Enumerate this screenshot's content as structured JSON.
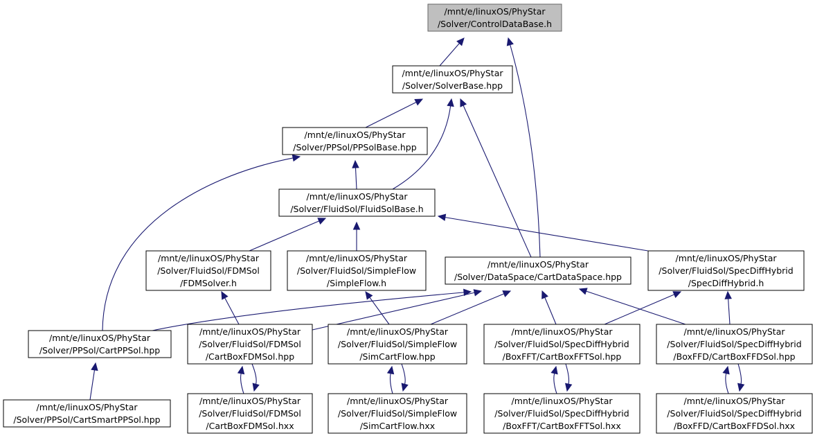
{
  "nodes": [
    {
      "id": "controldatabase",
      "lines": [
        "/mnt/e/linuxOS/PhyStar",
        "/Solver/ControlDataBase.h"
      ]
    },
    {
      "id": "solverbase",
      "lines": [
        "/mnt/e/linuxOS/PhyStar",
        "/Solver/SolverBase.hpp"
      ]
    },
    {
      "id": "ppsolbase",
      "lines": [
        "/mnt/e/linuxOS/PhyStar",
        "/Solver/PPSol/PPSolBase.hpp"
      ]
    },
    {
      "id": "fluidsolbase",
      "lines": [
        "/mnt/e/linuxOS/PhyStar",
        "/Solver/FluidSol/FluidSolBase.h"
      ]
    },
    {
      "id": "fdmsolver",
      "lines": [
        "/mnt/e/linuxOS/PhyStar",
        "/Solver/FluidSol/FDMSol",
        "/FDMSolver.h"
      ]
    },
    {
      "id": "simpleflow",
      "lines": [
        "/mnt/e/linuxOS/PhyStar",
        "/Solver/FluidSol/SimpleFlow",
        "/SimpleFlow.h"
      ]
    },
    {
      "id": "cartdataspace",
      "lines": [
        "/mnt/e/linuxOS/PhyStar",
        "/Solver/DataSpace/CartDataSpace.hpp"
      ]
    },
    {
      "id": "specdiffhybrid",
      "lines": [
        "/mnt/e/linuxOS/PhyStar",
        "/Solver/FluidSol/SpecDiffHybrid",
        "/SpecDiffHybrid.h"
      ]
    },
    {
      "id": "cartppsol",
      "lines": [
        "/mnt/e/linuxOS/PhyStar",
        "/Solver/PPSol/CartPPSol.hpp"
      ]
    },
    {
      "id": "cartboxfdmsol_hpp",
      "lines": [
        "/mnt/e/linuxOS/PhyStar",
        "/Solver/FluidSol/FDMSol",
        "/CartBoxFDMSol.hpp"
      ]
    },
    {
      "id": "simcartflow_hpp",
      "lines": [
        "/mnt/e/linuxOS/PhyStar",
        "/Solver/FluidSol/SimpleFlow",
        "/SimCartFlow.hpp"
      ]
    },
    {
      "id": "cartboxfftsol_hpp",
      "lines": [
        "/mnt/e/linuxOS/PhyStar",
        "/Solver/FluidSol/SpecDiffHybrid",
        "/BoxFFT/CartBoxFFTSol.hpp"
      ]
    },
    {
      "id": "cartboxffdsol_hpp",
      "lines": [
        "/mnt/e/linuxOS/PhyStar",
        "/Solver/FluidSol/SpecDiffHybrid",
        "/BoxFFD/CartBoxFFDSol.hpp"
      ]
    },
    {
      "id": "cartsmartppsol",
      "lines": [
        "/mnt/e/linuxOS/PhyStar",
        "/Solver/PPSol/CartSmartPPSol.hpp"
      ]
    },
    {
      "id": "cartboxfdmsol_hxx",
      "lines": [
        "/mnt/e/linuxOS/PhyStar",
        "/Solver/FluidSol/FDMSol",
        "/CartBoxFDMSol.hxx"
      ]
    },
    {
      "id": "simcartflow_hxx",
      "lines": [
        "/mnt/e/linuxOS/PhyStar",
        "/Solver/FluidSol/SimpleFlow",
        "/SimCartFlow.hxx"
      ]
    },
    {
      "id": "cartboxfftsol_hxx",
      "lines": [
        "/mnt/e/linuxOS/PhyStar",
        "/Solver/FluidSol/SpecDiffHybrid",
        "/BoxFFT/CartBoxFFTSol.hxx"
      ]
    },
    {
      "id": "cartboxffdsol_hxx",
      "lines": [
        "/mnt/e/linuxOS/PhyStar",
        "/Solver/FluidSol/SpecDiffHybrid",
        "/BoxFFD/CartBoxFFDSol.hxx"
      ]
    }
  ],
  "edges": [
    {
      "from": "solverbase",
      "to": "controldatabase"
    },
    {
      "from": "cartdataspace",
      "to": "controldatabase"
    },
    {
      "from": "ppsolbase",
      "to": "solverbase"
    },
    {
      "from": "fluidsolbase",
      "to": "solverbase"
    },
    {
      "from": "cartdataspace",
      "to": "solverbase"
    },
    {
      "from": "fluidsolbase",
      "to": "ppsolbase"
    },
    {
      "from": "cartppsol",
      "to": "ppsolbase"
    },
    {
      "from": "fdmsolver",
      "to": "fluidsolbase"
    },
    {
      "from": "simpleflow",
      "to": "fluidsolbase"
    },
    {
      "from": "specdiffhybrid",
      "to": "fluidsolbase"
    },
    {
      "from": "cartppsol",
      "to": "cartdataspace"
    },
    {
      "from": "cartboxfdmsol_hpp",
      "to": "cartdataspace"
    },
    {
      "from": "simcartflow_hpp",
      "to": "cartdataspace"
    },
    {
      "from": "cartboxfftsol_hpp",
      "to": "cartdataspace"
    },
    {
      "from": "cartboxffdsol_hpp",
      "to": "cartdataspace"
    },
    {
      "from": "cartboxfdmsol_hpp",
      "to": "fdmsolver"
    },
    {
      "from": "simcartflow_hpp",
      "to": "simpleflow"
    },
    {
      "from": "cartboxfftsol_hpp",
      "to": "specdiffhybrid"
    },
    {
      "from": "cartboxffdsol_hpp",
      "to": "specdiffhybrid"
    },
    {
      "from": "cartsmartppsol",
      "to": "cartppsol"
    },
    {
      "from": "cartboxfdmsol_hxx",
      "to": "cartboxfdmsol_hpp"
    },
    {
      "from": "cartboxfdmsol_hpp",
      "to": "cartboxfdmsol_hxx"
    },
    {
      "from": "simcartflow_hxx",
      "to": "simcartflow_hpp"
    },
    {
      "from": "simcartflow_hpp",
      "to": "simcartflow_hxx"
    },
    {
      "from": "cartboxfftsol_hxx",
      "to": "cartboxfftsol_hpp"
    },
    {
      "from": "cartboxfftsol_hpp",
      "to": "cartboxfftsol_hxx"
    },
    {
      "from": "cartboxffdsol_hxx",
      "to": "cartboxffdsol_hpp"
    },
    {
      "from": "cartboxffdsol_hpp",
      "to": "cartboxffdsol_hxx"
    }
  ]
}
